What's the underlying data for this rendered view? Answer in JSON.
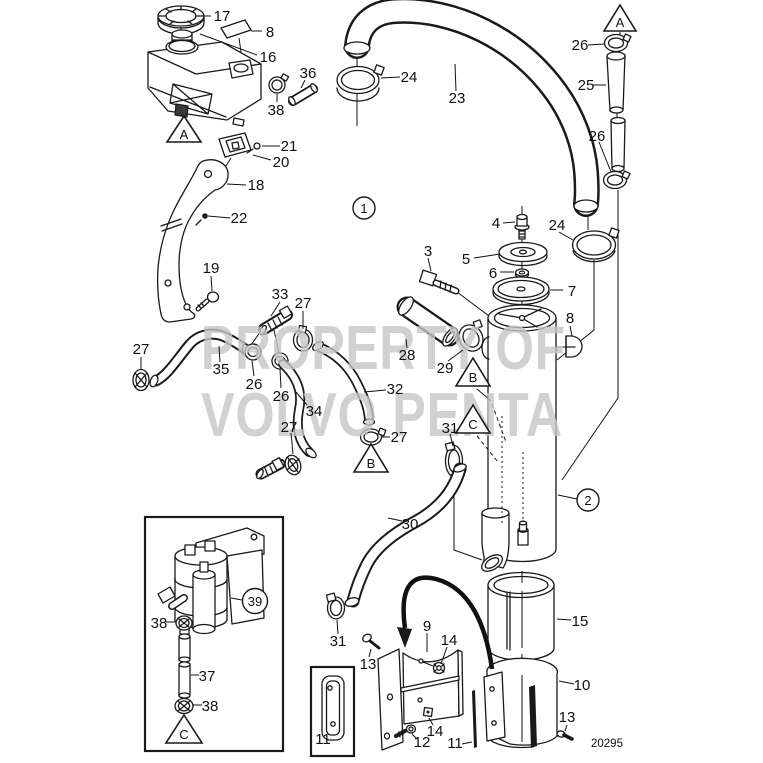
{
  "diagram": {
    "doc_number": "20295",
    "watermark": {
      "line1": "PROPERTY OF",
      "line2": "VOLVO PENTA"
    },
    "palette": {
      "line": "#1a1a1a",
      "watermark": "#c6c6c6",
      "background": "#ffffff"
    },
    "assembly_balloons": {
      "engine_view": "1",
      "exhaust_riser": "2",
      "pump_unit": "39"
    },
    "view_markers": {
      "a_top": "A",
      "a_tank": "A",
      "b_cyl": "B",
      "b_hose": "B",
      "c_cyl": "C",
      "c_pump": "C"
    },
    "callouts": {
      "tank_cap": "17",
      "decal": "8",
      "expansion_tank": "16",
      "hose_stub": "36",
      "clamp_tank": "38",
      "screw_plate": "21",
      "plate": "20",
      "bracket_tank": "18",
      "screw_bracket": "22",
      "bolt_bracket": "19",
      "clamp_hose35": "27",
      "hose35": "35",
      "fitting": "33",
      "clamp_fitting": "27",
      "clamp_a": "26",
      "clamp_b": "26",
      "hose34": "34",
      "hose32": "32",
      "clamp_nipple": "27",
      "clamp_hose32": "27",
      "bolt3": "3",
      "bolt4": "4",
      "cover5": "5",
      "washer6": "6",
      "gasket7": "7",
      "plug8": "8",
      "hose28": "28",
      "clamp29": "29",
      "clamp31_elbow": "31",
      "hose30": "30",
      "clamp31_hose": "31",
      "hose23": "23",
      "clamp24_left": "24",
      "clamp24_right": "24",
      "tube25": "25",
      "clamp26_top": "26",
      "clamp26_mid": "26",
      "sleeve15": "15",
      "shell10": "10",
      "screw13_shell": "13",
      "bracket9": "9",
      "nut14_a": "14",
      "screw13_bracket": "13",
      "nut14_b": "14",
      "screw12": "12",
      "shim11": "11",
      "strap11": "11",
      "hose37": "37",
      "clamp38_a": "38",
      "clamp38_b": "38"
    }
  }
}
